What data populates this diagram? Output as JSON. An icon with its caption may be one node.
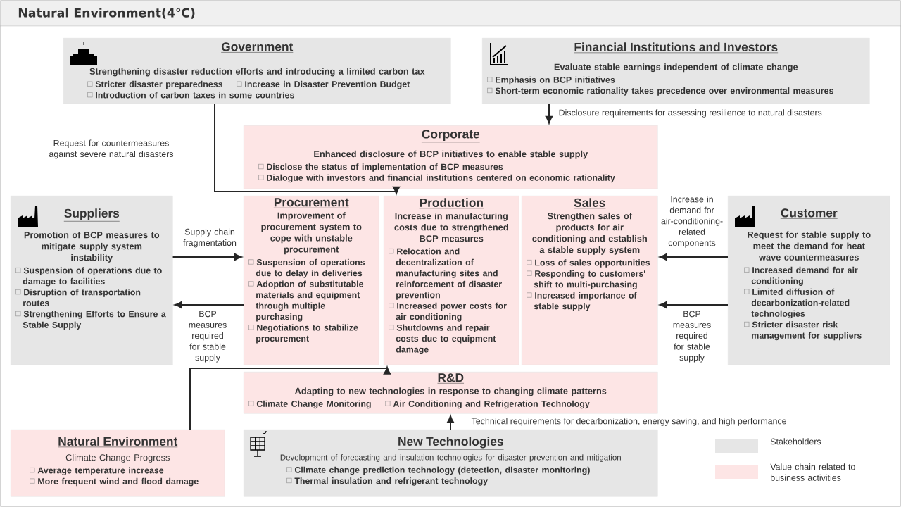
{
  "diagram": {
    "title": "Natural Environment(4℃)",
    "nodes": [
      {
        "text": [
          "Government",
          "Strengthening disaster reduction efforts and introducing a limited carbon tax",
          "Stricter disaster preparedness",
          "Increase in Disaster Prevention Budget",
          "Introduction of carbon taxes in some countries"
        ]
      },
      {
        "text": [
          "Financial Institutions and Investors",
          "Evaluate stable earnings independent of climate change",
          "Emphasis on BCP initiatives",
          "Short-term economic rationality takes precedence over environmental measures"
        ]
      },
      {
        "text": [
          "Corporate",
          "Enhanced disclosure of BCP initiatives to enable stable supply",
          "Disclose the status of implementation of BCP measures",
          "Dialogue with investors and financial institutions centered on economic rationality"
        ]
      },
      {
        "text": [
          "Suppliers",
          "Promotion of BCP measures to mitigate supply system instability",
          "Suspension of operations due to damage to facilities",
          "Disruption of transportation routes",
          "Strengthening Efforts to Ensure a Stable Supply"
        ]
      },
      {
        "text": [
          "Procurement",
          "Improvement of procurement system to cope with unstable procurement",
          "Suspension of operations due to delay in deliveries",
          "Adoption of substitutable materials and equipment through multiple purchasing",
          "Negotiations to stabilize procurement"
        ]
      },
      {
        "text": [
          "Production",
          "Increase in manufacturing costs due to strengthened BCP measures",
          "Relocation and decentralization of manufacturing sites and reinforcement of disaster prevention",
          "Increased power costs for air conditioning",
          "Shutdowns and repair costs due to equipment damage"
        ]
      },
      {
        "text": [
          "Sales",
          "Strengthen sales of products for air conditioning and establish a stable supply system",
          "Loss of sales opportunities",
          "Responding to customers' shift to multi-purchasing",
          "Increased importance of stable supply"
        ]
      },
      {
        "text": [
          "Customer",
          "Request for stable supply to meet the demand for heat wave countermeasures",
          "Increased demand for air conditioning",
          "Limited diffusion of decarbonization-related technologies",
          "Stricter disaster risk management for suppliers"
        ]
      },
      {
        "text": [
          "R&D",
          "Adapting to new technologies in response to changing climate patterns",
          "Climate Change Monitoring",
          "Air Conditioning and Refrigeration Technology"
        ]
      },
      {
        "text": [
          "Natural Environment",
          "Climate Change Progress",
          "Average temperature increase",
          "More frequent wind and flood damage"
        ]
      },
      {
        "text": [
          "New Technologies",
          "Development of forecasting and insulation technologies for disaster prevention and mitigation",
          "Climate change prediction technology (detection, disaster monitoring)",
          "Thermal insulation and refrigerant technology"
        ]
      }
    ],
    "edges": [
      {
        "from": 0,
        "to": 5,
        "arrow": "to"
      },
      {
        "from": 1,
        "to": 2,
        "arrow": "to",
        "label": "Disclosure requirements for assessing resilience to natural disasters"
      },
      {
        "from": 3,
        "to": 4,
        "arrow": "to",
        "label": "Supply chain fragmentation"
      },
      {
        "from": 4,
        "to": 3,
        "arrow": "to",
        "label": "BCP measures required for stable supply"
      },
      {
        "from": 7,
        "to": 6,
        "arrow": "to",
        "label": "Increase in demand for air-conditioning-related components"
      },
      {
        "from": 7,
        "to": 6,
        "arrow": "to",
        "label": "BCP measures required for stable supply"
      },
      {
        "from": 9,
        "to": 5,
        "arrow": "to"
      },
      {
        "from": 10,
        "to": 8,
        "arrow": "to",
        "label": "Technical requirements for decarbonization, energy saving, and high performance"
      }
    ],
    "labels": [
      "Request for countermeasures against severe natural disasters"
    ],
    "legend": [
      {
        "text": "Stakeholders",
        "color": "#e6e6e6"
      },
      {
        "text": "Value chain related to business activities",
        "color": "#fde5e5"
      }
    ]
  }
}
